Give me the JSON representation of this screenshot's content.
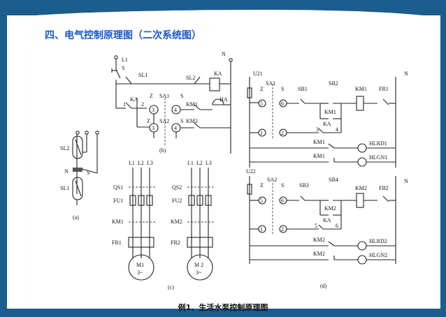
{
  "title": "四、电气控制原理图（二次系统图）",
  "caption": "例1、生活水泵控制原理图",
  "panel_labels": {
    "a": "(a)",
    "b": "(b)",
    "c": "(c)",
    "d": "(d)"
  },
  "labels_a": {
    "sl2": "SL2",
    "sl1": "SL1",
    "n": "N",
    "s": "S"
  },
  "labels_b": {
    "l1": "L1",
    "s_top": "S",
    "sl1": "SL1",
    "sl2": "SL2",
    "ka_coil": "KA",
    "n": "N",
    "z1": "Z",
    "sa1": "SA1",
    "s1": "S",
    "ka_contact": "KA",
    "ha": "HA",
    "n1": "1",
    "n2": "2",
    "c3a": "3",
    "c4a": "4",
    "km1": "KM1",
    "z2": "Z",
    "sa2": "SA2",
    "s2": "S",
    "c3b": "3",
    "c4b": "4",
    "km2": "KM2"
  },
  "labels_c": {
    "l1a": "L1",
    "l2a": "L2",
    "l3a": "L3",
    "qs1": "QS1",
    "fu1": "FU1",
    "km1": "KM1",
    "fr1": "FR1",
    "m1": "M1",
    "m1p": "3~",
    "l1b": "L1",
    "l2b": "L2",
    "l3b": "L3",
    "qs2": "QS2",
    "fu2": "FU2",
    "km2": "KM2",
    "fr2": "FR2",
    "m2": "M 2",
    "m2p": "3~"
  },
  "labels_d_top": {
    "u": "U21",
    "z": "Z",
    "sa": "SA1",
    "s": "S",
    "sb1": "SB1",
    "sb2": "SB2",
    "km_coil": "KM1",
    "fr": "FR1",
    "n": "N",
    "c5": "5",
    "c6": "6",
    "km_hold": "KM1",
    "c1": "1",
    "c2": "2",
    "ka": "KA",
    "n3": "3",
    "n4": "4",
    "km_run": "KM1",
    "hl_run": "HLRD1",
    "km_stop": "KM1",
    "hl_stop": "HLGN1"
  },
  "labels_d_bot": {
    "u": "U22",
    "z": "Z",
    "sa": "SA2",
    "s": "S",
    "sb1": "SB3",
    "sb2": "SB4",
    "km_coil": "KM2",
    "fr": "FB2",
    "n": "N",
    "c5": "5",
    "c6": "6",
    "km_hold": "KM2",
    "c1": "1",
    "c2": "2",
    "ka": "KA",
    "n3": "5",
    "n4": "6",
    "km_run": "KM2",
    "hl_run": "HLRD2",
    "km_stop": "KM2",
    "hl_stop": "HLGN2"
  }
}
